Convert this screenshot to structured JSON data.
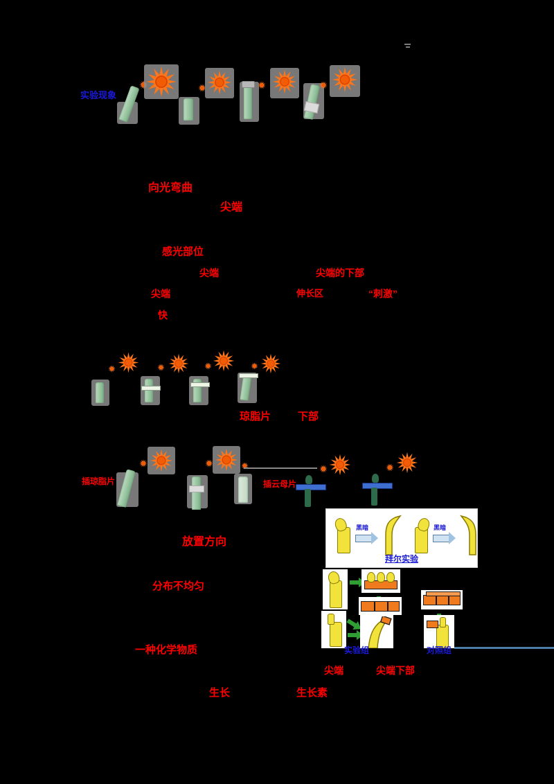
{
  "page": {
    "background": "#000000",
    "description": "扫描的生物学课件页：生长素发现(向光性)实验流程图，黑色透明底上仅可见彩色答案文字与实验插图"
  },
  "row1": {
    "caption": "实验现象"
  },
  "darwin": {
    "answer_bend": "向光弯曲",
    "answer_tip": "尖端",
    "concl_label": "感光部位",
    "line1_a": "尖端",
    "line1_b": "尖端的下部",
    "line2_a": "尖端",
    "line2_b": "伸长区",
    "line2_c": "“刺激”",
    "line3": "快"
  },
  "jensen": {
    "ans1": "琼脂片",
    "ans2": "下部"
  },
  "row3": {
    "left_label": "插琼脂片",
    "right_label": "插云母片"
  },
  "baeyer": {
    "dark1": "黑暗",
    "dark2": "黑暗",
    "caption": "拜尔实验",
    "ans_direction": "放置方向",
    "ans_distribution": "分布不均匀"
  },
  "went": {
    "ans_chemical": "一种化学物质",
    "ans_tip": "尖端",
    "ans_below_tip": "尖端下部",
    "ans_grow": "生长",
    "ans_auxin": "生长素",
    "group_exp": "实验组",
    "group_ctrl": "对照组"
  },
  "colors": {
    "answer_red": "#ff0000",
    "label_blue": "#1a1ad6",
    "sun_orange": "#ff7519",
    "sun_core": "#f25c05",
    "seedling_green": "#a6cfae",
    "agar_orange": "#f07a1e",
    "coleoptile_yellow": "#f2e33c",
    "mica_blue": "#3e6fd0",
    "background": "#000000"
  }
}
